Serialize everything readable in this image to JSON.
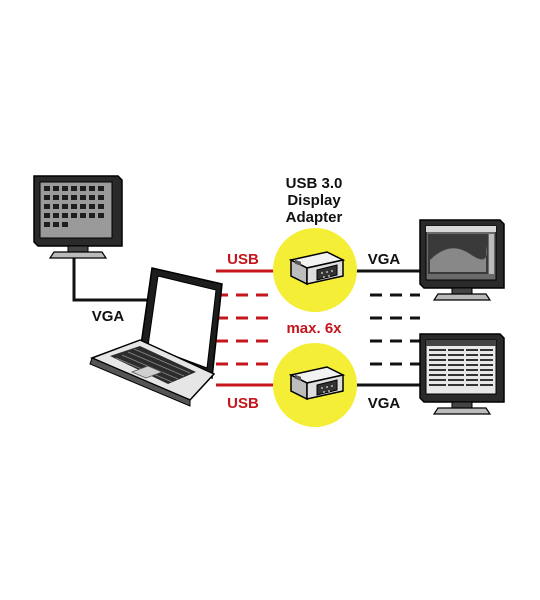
{
  "adapter_title": {
    "line1": "USB 3.0",
    "line2": "Display",
    "line3": "Adapter"
  },
  "labels": {
    "vga_left": "VGA",
    "usb_top": "USB",
    "usb_bottom": "USB",
    "vga_top": "VGA",
    "vga_bottom": "VGA",
    "max_count": "max. 6x"
  },
  "colors": {
    "usb_line": "#c4161c",
    "vga_line": "#111111",
    "adapter_circle": "#f4ee36",
    "text_dark": "#111111",
    "text_red": "#c4161c"
  },
  "icons": [
    "monitor-icon",
    "laptop-icon",
    "usb-display-adapter-icon"
  ]
}
